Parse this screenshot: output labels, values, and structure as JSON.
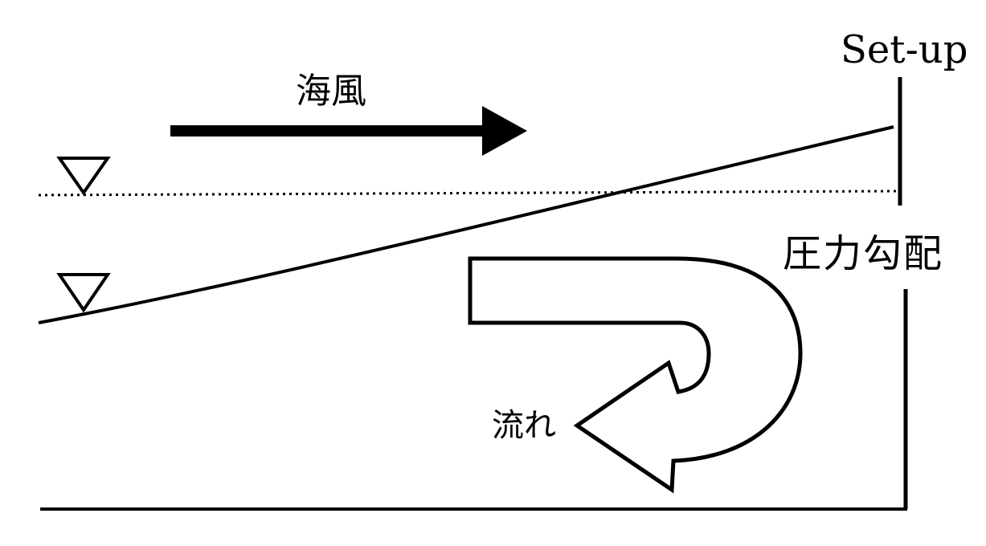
{
  "labels": {
    "setup": "Set-up",
    "wind": "海風",
    "pressure_gradient": "圧力勾配",
    "flow": "流れ"
  },
  "colors": {
    "ink": "#000000",
    "background": "#ffffff"
  },
  "icons": {
    "water_level_marker": "inverted-triangle"
  }
}
